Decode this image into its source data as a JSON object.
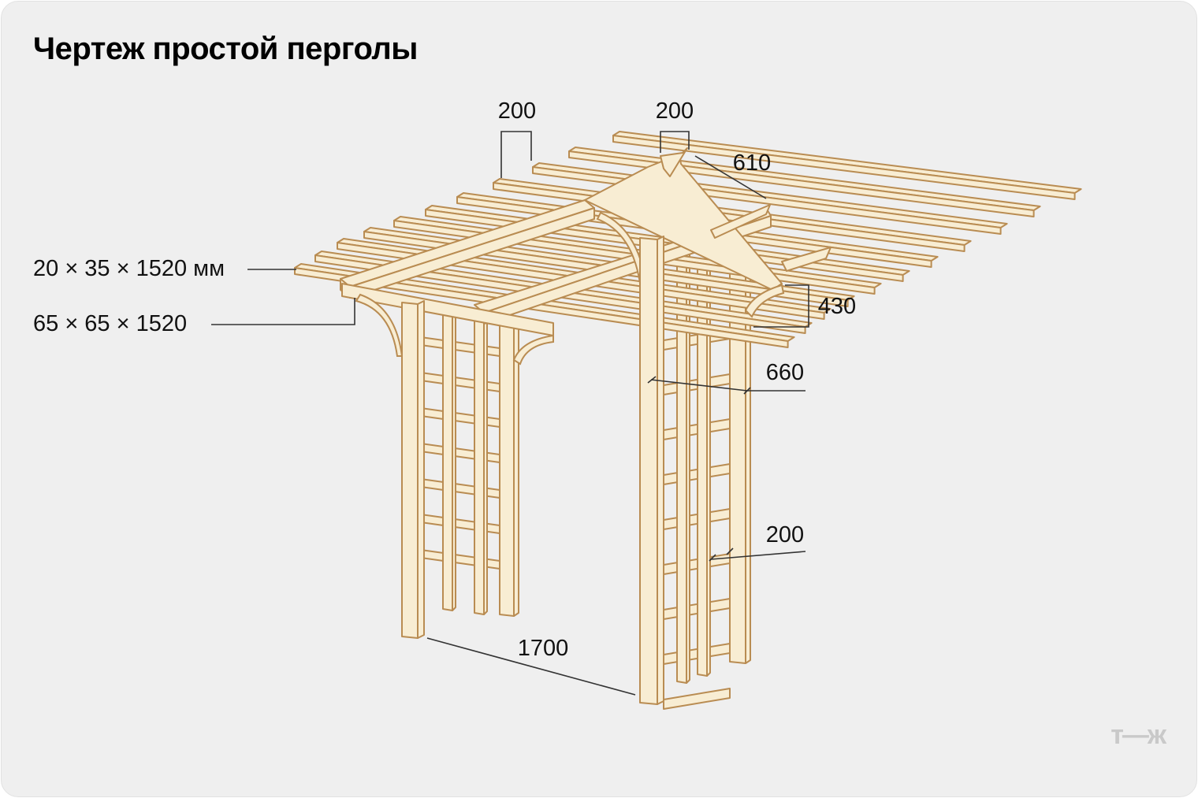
{
  "title": "Чертеж простой перголы",
  "dimensions": {
    "rafter_spacing_a": "200",
    "rafter_spacing_b": "200",
    "rafter_overhang": "610",
    "rafter_size": "20 × 35 × 1520 мм",
    "beam_size": "65 × 65 × 1520",
    "post_top_height": "430",
    "side_depth": "660",
    "lattice_spacing": "200",
    "opening_width": "1700"
  },
  "logo_text": "т—ж",
  "colors": {
    "background": "#efefef",
    "wood_fill": "#f8edd3",
    "wood_stroke": "#b98c52",
    "dim_line": "#333333"
  }
}
